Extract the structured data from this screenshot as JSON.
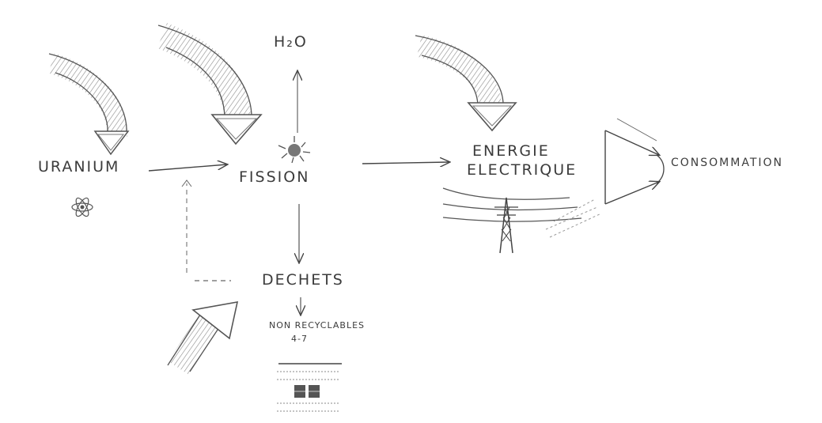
{
  "nodes": {
    "uranium": "URANIUM",
    "fission": "FISSION",
    "energie_line1": "ENERGIE",
    "energie_line2": "ELECTRIQUE",
    "consommation": "CONSOMMATION",
    "dechets": "DECHETS",
    "h2o": "H₂O",
    "non_recyclables_line1": "NON RECYCLABLES",
    "non_recyclables_line2": "4-7"
  },
  "colors": {
    "ink": "#3a3a3a",
    "paper": "#ffffff"
  },
  "icons": [
    "atom-icon",
    "explosion-icon",
    "pylon-icon",
    "waste-barrels-icon"
  ]
}
